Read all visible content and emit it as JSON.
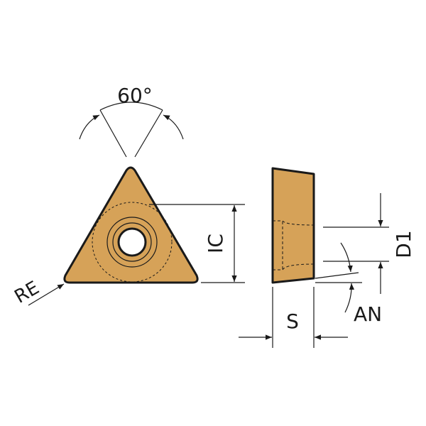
{
  "labels": {
    "angle": "60°",
    "ic": "IC",
    "re": "RE",
    "s": "S",
    "an": "AN",
    "d1": "D1"
  },
  "colors": {
    "insert_fill": "#d6a258",
    "outline": "#1a1a1a",
    "background": "#ffffff"
  }
}
